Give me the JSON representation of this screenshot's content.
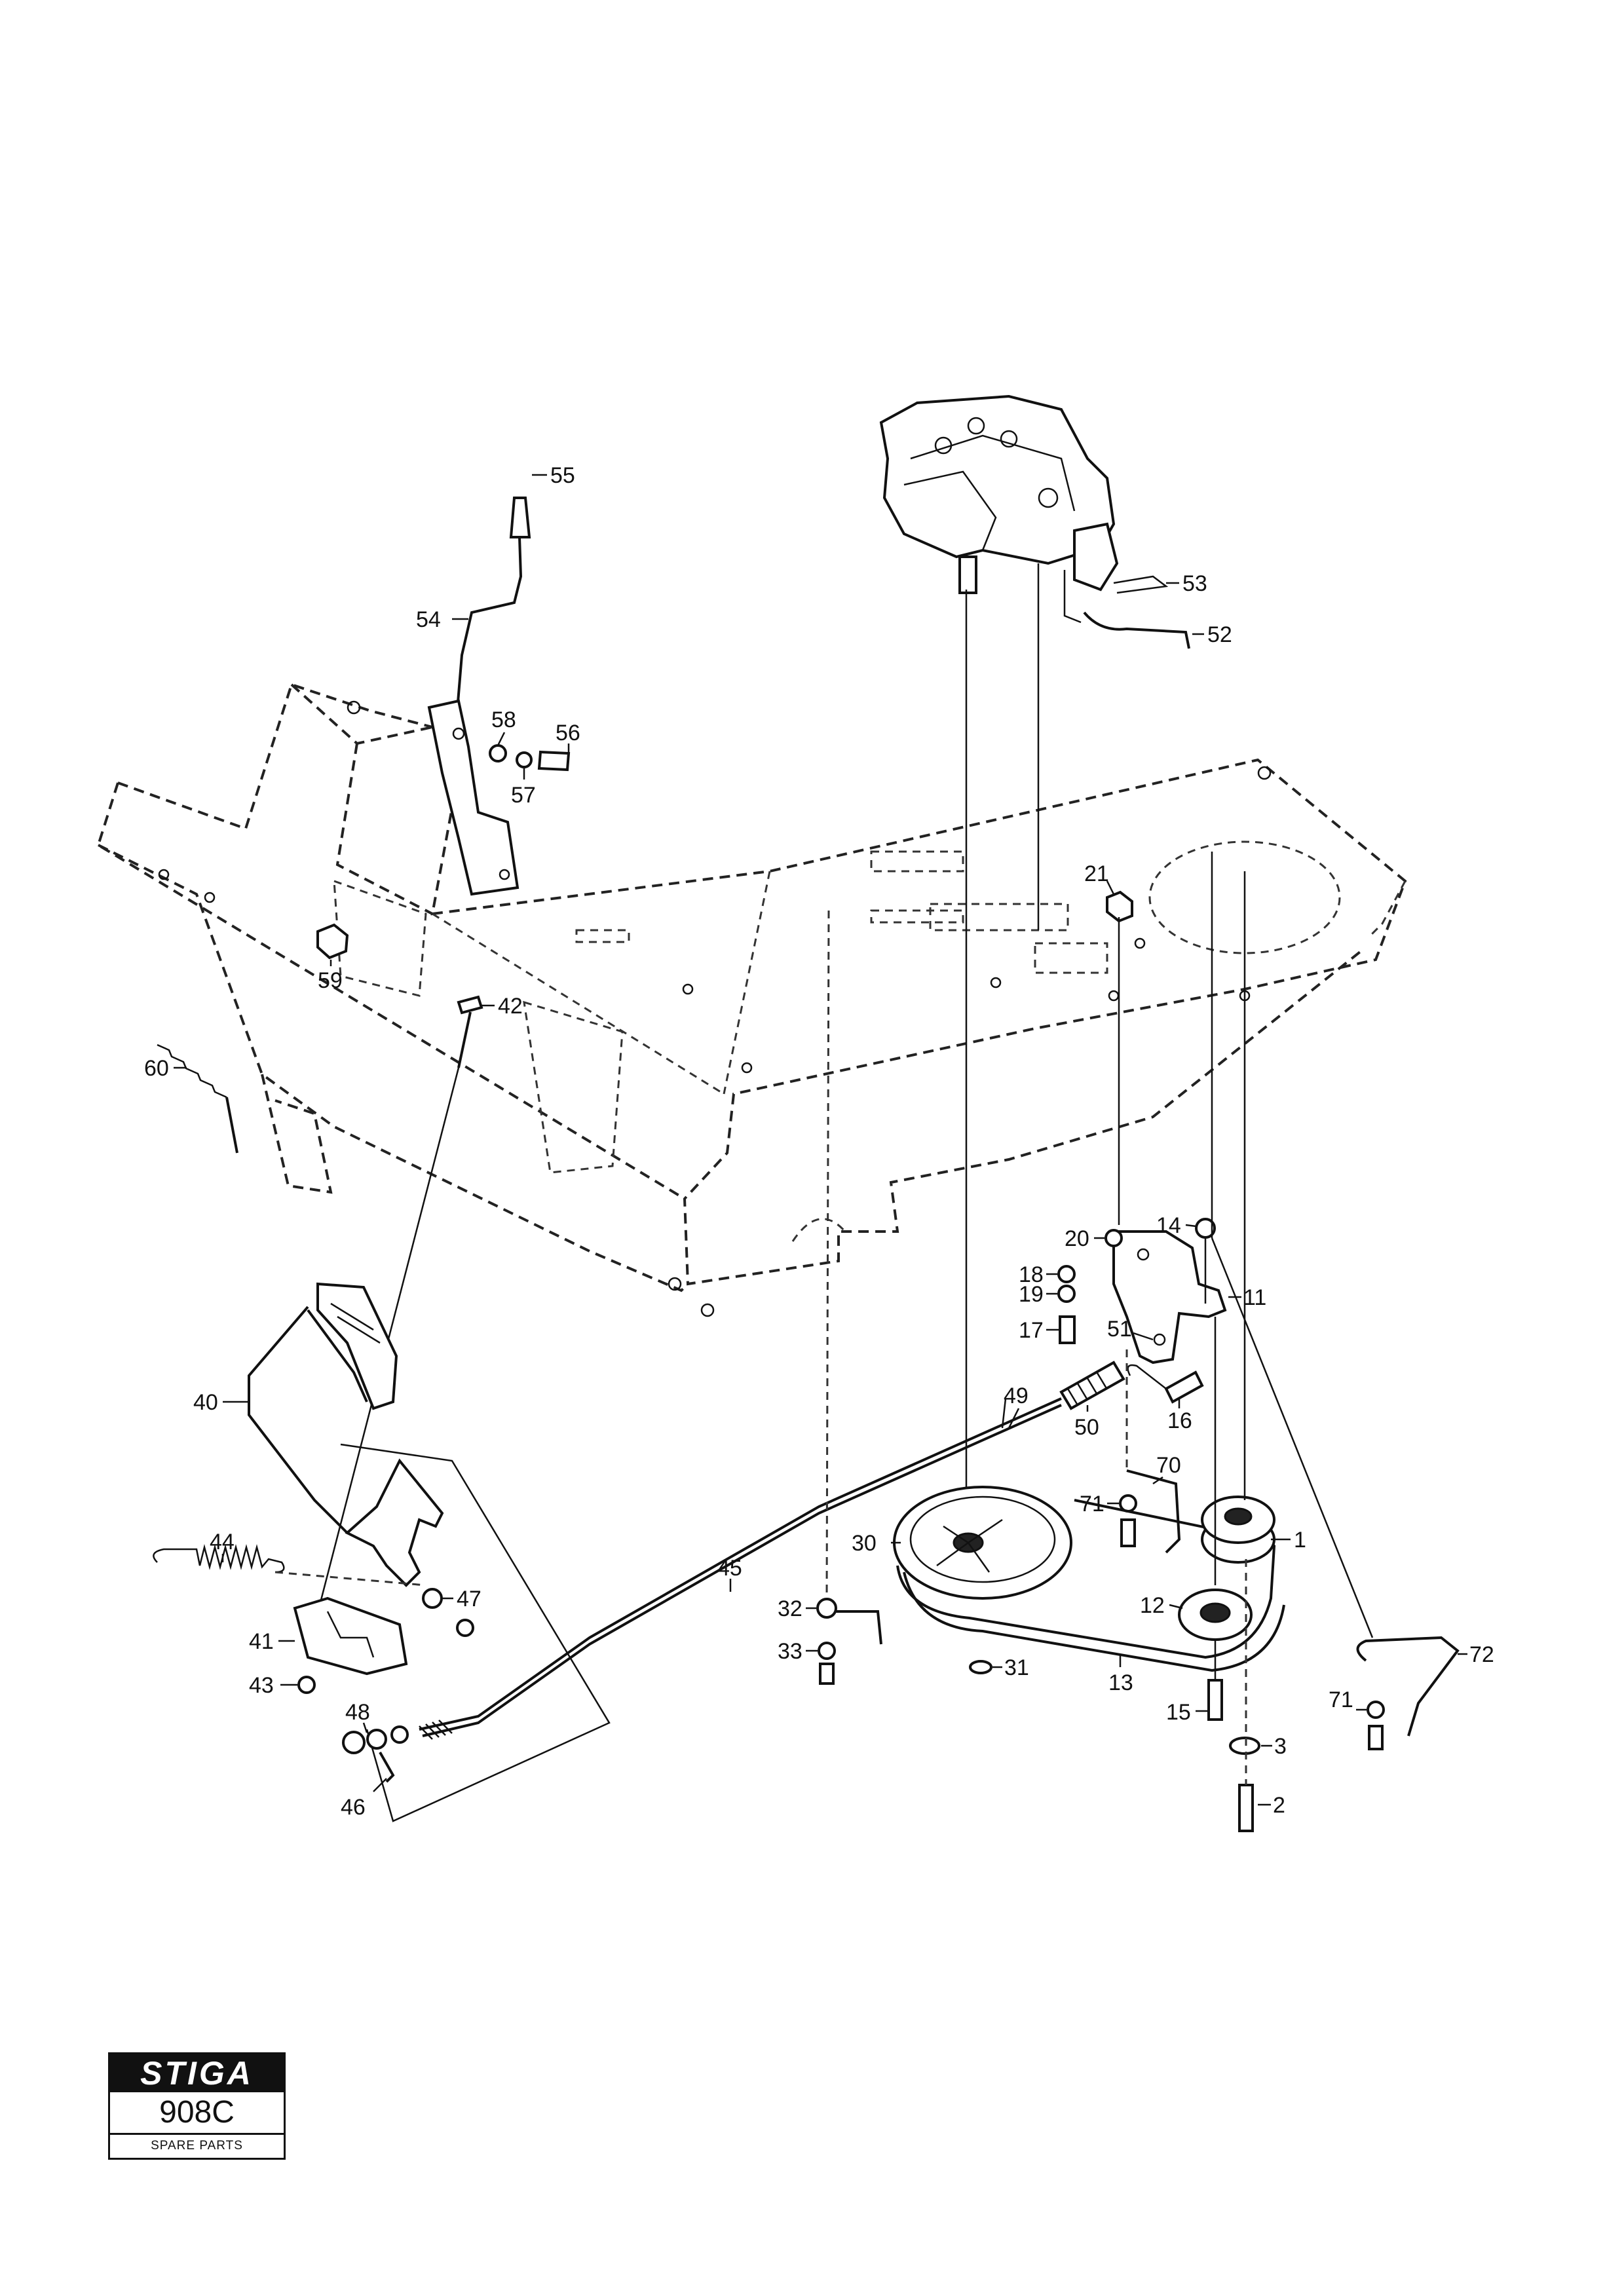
{
  "brand": {
    "name": "STIGA",
    "model": "908C",
    "subtitle": "SPARE PARTS"
  },
  "part_labels": [
    "1",
    "2",
    "3",
    "11",
    "12",
    "13",
    "14",
    "15",
    "16",
    "17",
    "18",
    "19",
    "20",
    "21",
    "30",
    "31",
    "32",
    "33",
    "40",
    "41",
    "42",
    "43",
    "44",
    "45",
    "46",
    "47",
    "48",
    "49",
    "50",
    "51",
    "52",
    "53",
    "54",
    "55",
    "56",
    "57",
    "58",
    "59",
    "60",
    "70",
    "71",
    "71",
    "72"
  ]
}
